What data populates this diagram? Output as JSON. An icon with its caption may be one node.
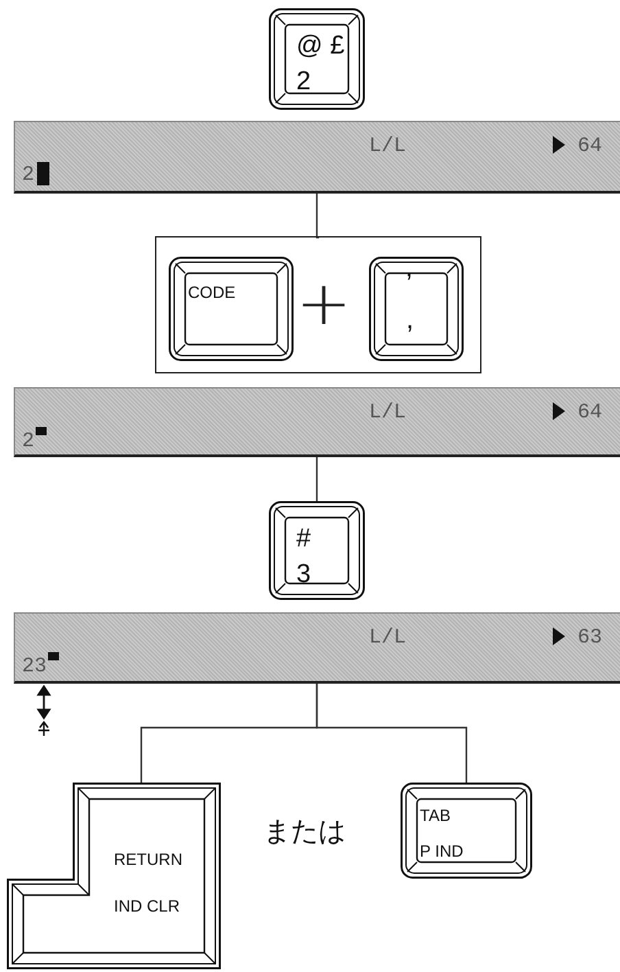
{
  "diagram": {
    "nodes": [
      {
        "text": [
          "@ £",
          "2"
        ]
      },
      {
        "text": [
          "L/L",
          "64",
          "2"
        ]
      },
      {
        "text": [],
        "shape": "box"
      },
      {
        "text": [
          "CODE"
        ],
        "in": 2
      },
      {
        "text": [
          "’",
          ","
        ],
        "in": 2
      },
      {
        "text": [
          "L/L",
          "64",
          "2"
        ]
      },
      {
        "text": [
          "#",
          "3"
        ]
      },
      {
        "text": [
          "L/L",
          "63",
          "23"
        ]
      },
      {
        "text": [
          "RETURN",
          "IND CLR"
        ]
      },
      {
        "text": [
          "TAB",
          "P IND"
        ]
      }
    ],
    "edges": [
      {
        "from": 1,
        "to": 2,
        "arrow": "none"
      },
      {
        "from": 5,
        "to": 6,
        "arrow": "none"
      },
      {
        "from": 7,
        "to": 8,
        "arrow": "none"
      },
      {
        "from": 7,
        "to": 9,
        "arrow": "none"
      }
    ],
    "labels": [
      "+",
      "または"
    ]
  }
}
